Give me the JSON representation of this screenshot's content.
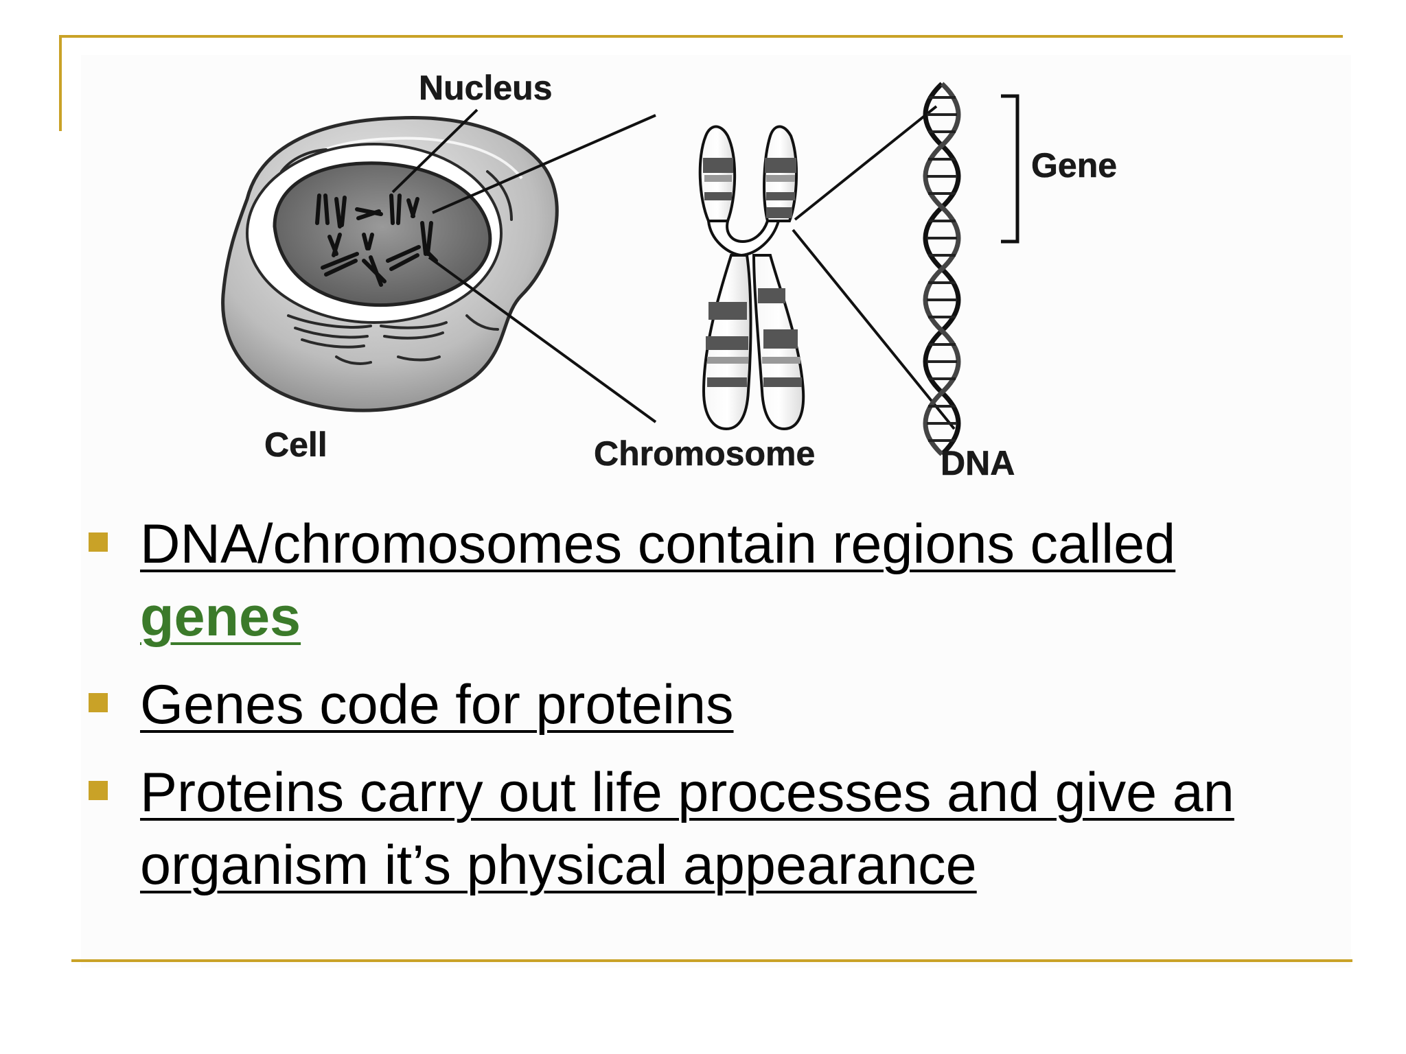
{
  "diagram": {
    "labels": {
      "nucleus": "Nucleus",
      "cell": "Cell",
      "chromosome": "Chromosome",
      "dna": "DNA",
      "gene": "Gene"
    }
  },
  "bullets": [
    {
      "parts": [
        "DNA/chromosomes contain regions called",
        "genes"
      ]
    },
    {
      "text": "Genes code for proteins"
    },
    {
      "text": "Proteins carry out life processes and give an organism it’s physical appearance"
    }
  ],
  "colors": {
    "accent_gold": "#c9a227",
    "highlight_green": "#3b7a2a"
  }
}
